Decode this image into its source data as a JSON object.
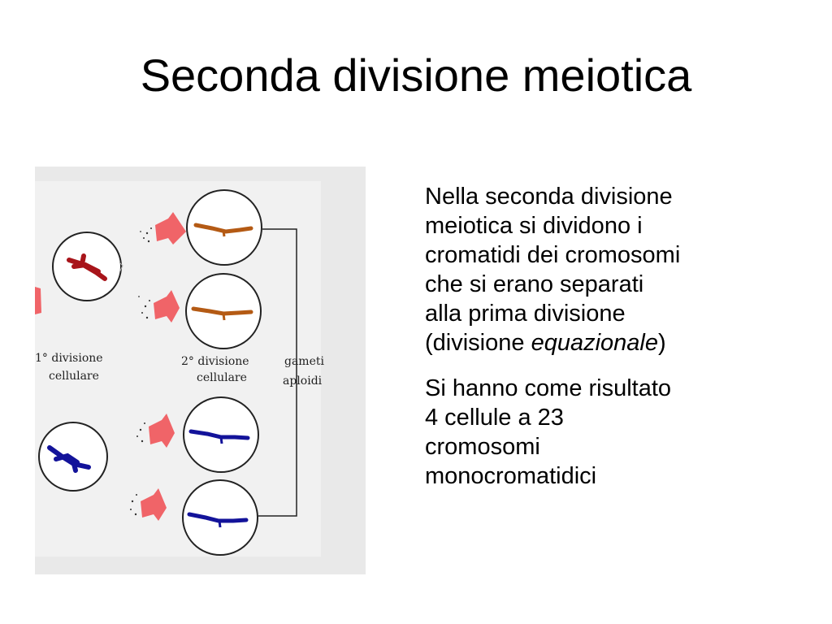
{
  "slide": {
    "title": "Seconda divisione meiotica"
  },
  "figure": {
    "label_first_division": [
      "1° divisione",
      "cellulare"
    ],
    "label_second_division": [
      "2° divisione",
      "cellulare"
    ],
    "label_gametes": [
      "gameti",
      "aploidi"
    ],
    "colors": {
      "background": "#e9e9e9",
      "chromosome_red": "#a8141a",
      "chromatid_brown": "#b45a14",
      "chromosome_blue": "#13139a",
      "arrow_salmon": "#f06468"
    }
  },
  "body": {
    "p1_lines": [
      "Nella seconda divisione",
      "meiotica si dividono i",
      "cromatidi dei cromosomi",
      "che si erano separati",
      "alla prima divisione"
    ],
    "p1_last_prefix": "(divisione ",
    "p1_last_italic": "equazionale",
    "p1_last_suffix": ")",
    "p2_lines": [
      "Si hanno come risultato",
      "4 cellule a 23",
      "cromosomi",
      "monocromatidici"
    ]
  }
}
